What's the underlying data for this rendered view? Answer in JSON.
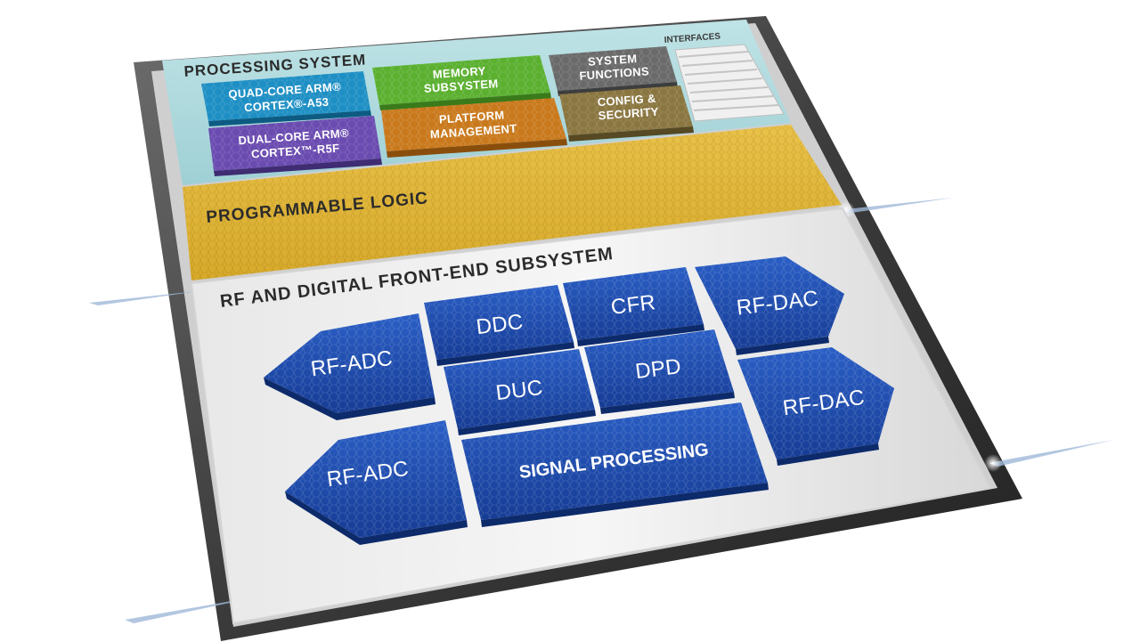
{
  "processing_system": {
    "title": "PROCESSING SYSTEM",
    "interfaces_label": "INTERFACES",
    "quad_core_line1": "QUAD-CORE ARM®",
    "quad_core_line2": "CORTEX®-A53",
    "dual_core_line1": "DUAL-CORE ARM®",
    "dual_core_line2": "CORTEX™-R5F",
    "memory_line1": "MEMORY",
    "memory_line2": "SUBSYSTEM",
    "platform_line1": "PLATFORM",
    "platform_line2": "MANAGEMENT",
    "system_line1": "SYSTEM",
    "system_line2": "FUNCTIONS",
    "config_line1": "CONFIG &",
    "config_line2": "SECURITY"
  },
  "programmable_logic": {
    "title": "PROGRAMMABLE LOGIC"
  },
  "rf_subsystem": {
    "title": "RF AND DIGITAL FRONT-END SUBSYSTEM",
    "rf_adc_top": "RF-ADC",
    "rf_adc_bottom": "RF-ADC",
    "ddc": "DDC",
    "duc": "DUC",
    "cfr": "CFR",
    "dpd": "DPD",
    "rf_dac_top": "RF-DAC",
    "rf_dac_bottom": "RF-DAC",
    "signal_processing": "SIGNAL PROCESSING"
  },
  "colors": {
    "quad_core": "#1e8fc4",
    "dual_core": "#6a4bb0",
    "memory": "#5bb030",
    "platform": "#c9791c",
    "system": "#6a6a6a",
    "config": "#8a7640",
    "programmable_logic": "#e3b83a",
    "rf_block": "#1f4aa8"
  }
}
